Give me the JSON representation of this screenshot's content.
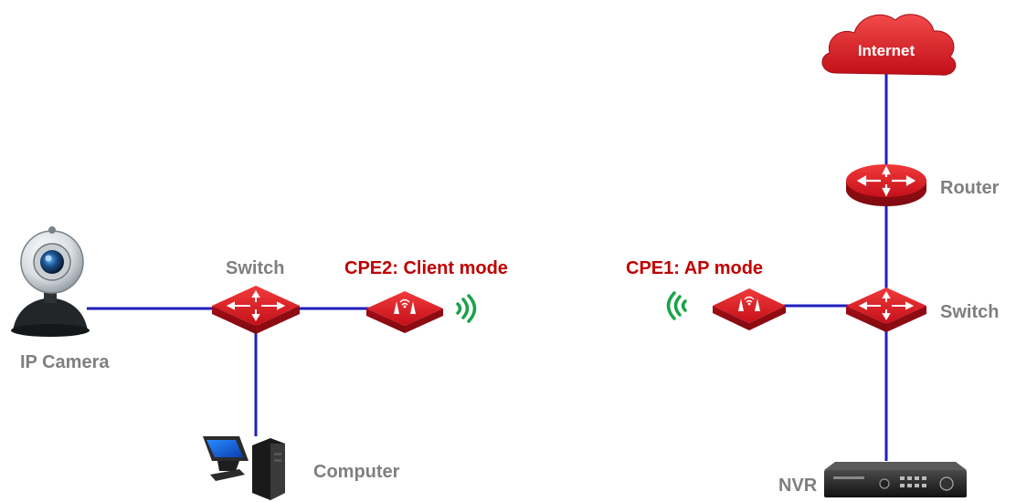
{
  "colors": {
    "link": "#1f1fbf",
    "device_red": "#d0101c",
    "label_gray": "#7f7f7f",
    "label_red": "#c00000",
    "wifi_green": "#1aa34a"
  },
  "internet": {
    "text": "Internet",
    "icon": "cloud-icon"
  },
  "router": {
    "label": "Router",
    "icon": "router-icon"
  },
  "switch_right": {
    "label": "Switch",
    "icon": "switch-icon"
  },
  "switch_left": {
    "label": "Switch",
    "icon": "switch-icon"
  },
  "cpe1": {
    "label": "CPE1: AP mode",
    "icon": "cpe-icon"
  },
  "cpe2": {
    "label": "CPE2: Client mode",
    "icon": "cpe-icon"
  },
  "ip_camera": {
    "label": "IP Camera",
    "icon": "webcam-icon"
  },
  "computer": {
    "label": "Computer",
    "icon": "desktop-computer-icon"
  },
  "nvr": {
    "label": "NVR",
    "icon": "nvr-icon"
  }
}
